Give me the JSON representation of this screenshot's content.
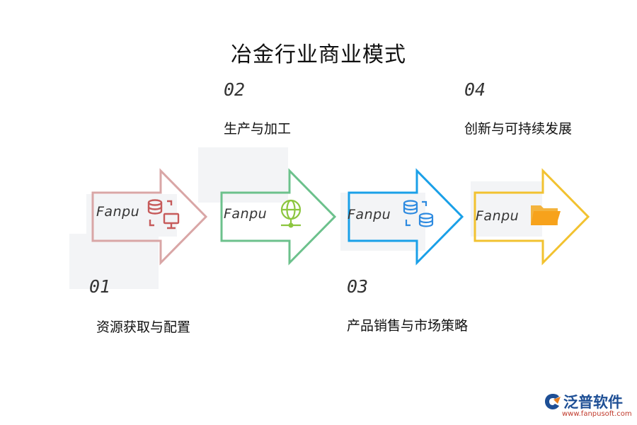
{
  "title": "冶金行业商业模式",
  "brand_watermark": "Fanpu",
  "steps": [
    {
      "number": "01",
      "label": "资源获取与配置",
      "color": "#d9a6a6",
      "icon": "database-monitor-icon"
    },
    {
      "number": "02",
      "label": "生产与加工",
      "color": "#6cc18c",
      "icon": "globe-network-icon"
    },
    {
      "number": "03",
      "label": "产品销售与市场策略",
      "color": "#1aa0e8",
      "icon": "database-sync-icon"
    },
    {
      "number": "04",
      "label": "创新与可持续发展",
      "color": "#f2c230",
      "icon": "folder-icon"
    }
  ],
  "logo": {
    "name": "泛普软件",
    "url": "www.fanpusoft.com"
  }
}
